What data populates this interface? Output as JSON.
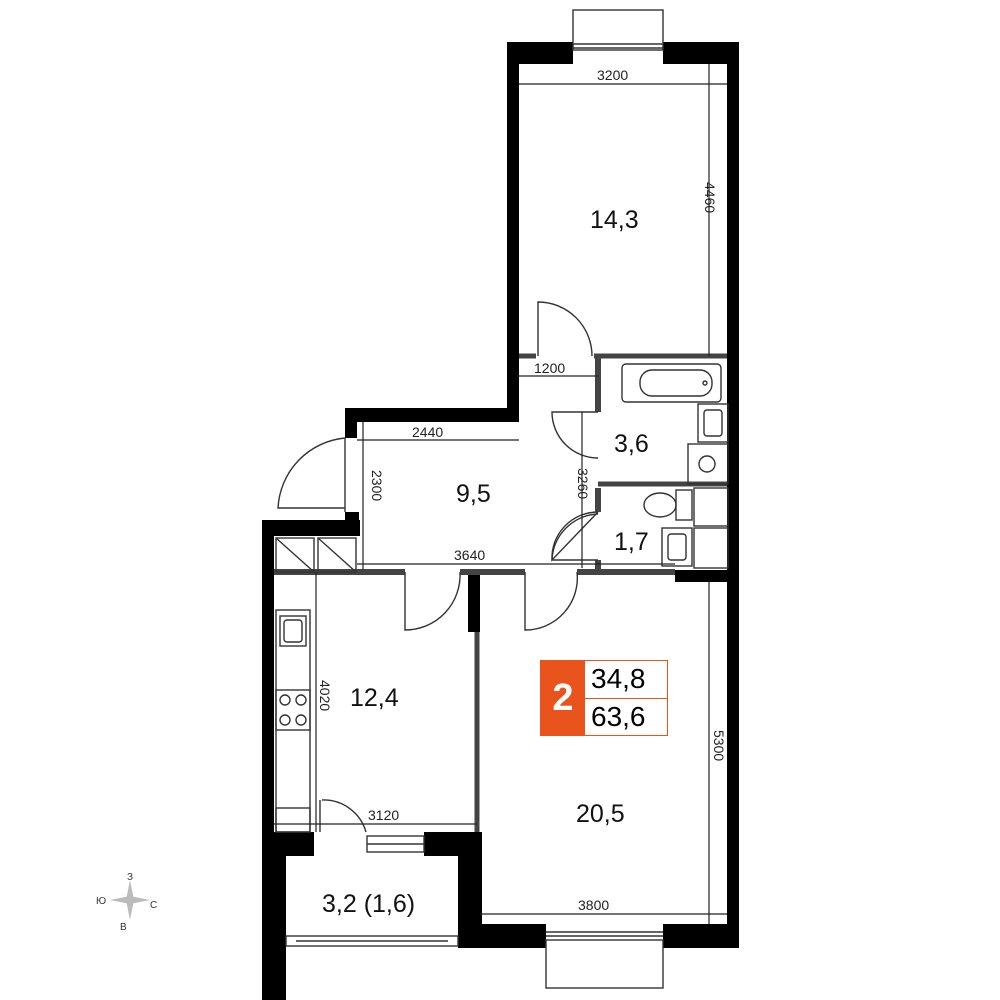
{
  "apartment": {
    "rooms": "2",
    "living_area": "34,8",
    "total_area": "63,6",
    "accent_color": "#e8541c"
  },
  "room_areas": {
    "bedroom": "14,3",
    "hall": "9,5",
    "bathroom": "3,6",
    "toilet": "1,7",
    "kitchen": "12,4",
    "living_room": "20,5",
    "balcony": "3,2 (1,6)"
  },
  "dimensions": {
    "bedroom_width": "3200",
    "bedroom_length": "4460",
    "corridor_width": "1200",
    "hall_width": "2440",
    "hall_depth": "2300",
    "bath_block_height": "3260",
    "hall_total_width": "3640",
    "kitchen_length": "4020",
    "kitchen_width": "3120",
    "living_width": "3800",
    "living_length": "5300"
  },
  "compass": {
    "north": "З",
    "south": "В",
    "east": "С",
    "west": "Ю",
    "icon": "compass-rose-icon"
  }
}
